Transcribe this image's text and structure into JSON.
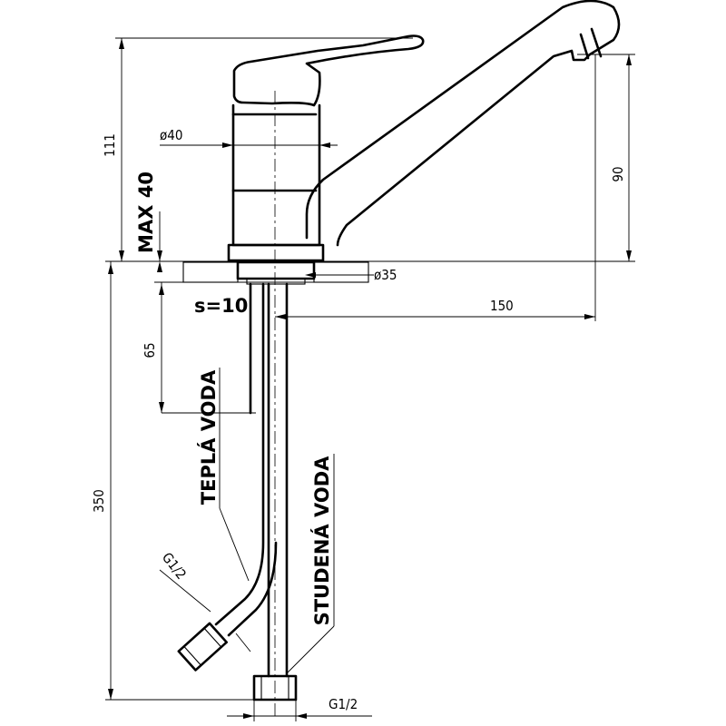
{
  "dimensions": {
    "height_total": "111",
    "spout_height": "90",
    "diameter_body": "ø40",
    "max_thickness": "MAX 40",
    "hole_diameter": "ø35",
    "thickness": "s=10",
    "spout_reach": "150",
    "hose_offset": "65",
    "hose_length": "350",
    "thread_hot": "G1/2",
    "thread_cold": "G1/2"
  },
  "labels": {
    "hot_water": "TEPLÁ VODA",
    "cold_water": "STUDENÁ VODA"
  }
}
